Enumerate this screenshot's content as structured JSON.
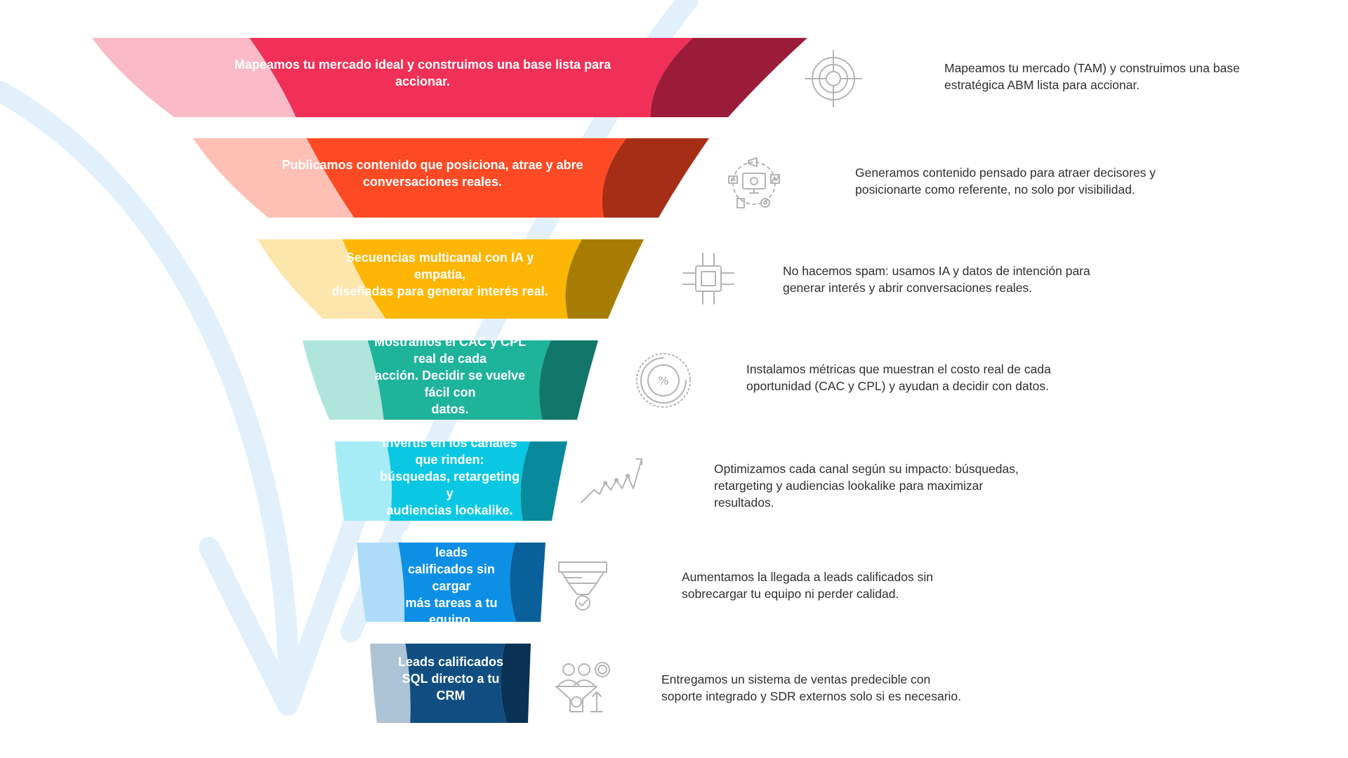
{
  "colors": {
    "background": "#ffffff",
    "arrow": "#e2f0fc",
    "icon_stroke": "#b4b4b4",
    "description_text": "#2f2f2f"
  },
  "steps": [
    {
      "label": "Mapeamos tu mercado ideal y construimos una base lista para\naccionar.",
      "description": "Mapeamos tu mercado (TAM) y construimos una base\nestratégica ABM lista para accionar.",
      "icon": "target-crosshair-icon",
      "main_color": "#f03057",
      "light_color": "#fbbac8",
      "dark_color": "#9b1c38"
    },
    {
      "label": "Publicamos contenido que posiciona, atrae y abre\nconversaciones reales.",
      "description": "Generamos contenido pensado para atraer decisores y\nposicionarte como referente, no solo por visibilidad.",
      "icon": "content-marketing-icon",
      "main_color": "#fd4a24",
      "light_color": "#fec0b4",
      "dark_color": "#a72e16"
    },
    {
      "label": "Secuencias multicanal con IA y empatía,\ndiseñadas para generar interés real.",
      "description": "No hacemos spam: usamos IA y datos de intención para\ngenerar interés y abrir conversaciones reales.",
      "icon": "ai-chip-icon",
      "main_color": "#fdb603",
      "light_color": "#fde6ac",
      "dark_color": "#a67d02"
    },
    {
      "label": "Mostramos el CAC y CPL real de cada\nacción. Decidir se vuelve fácil con\ndatos.",
      "description": "Instalamos métricas que muestran el costo real de cada\noportunidad (CAC y CPL) y ayudan a decidir con datos.",
      "icon": "percent-gauge-icon",
      "main_color": "#1eb39b",
      "light_color": "#b0e5dc",
      "dark_color": "#12776a"
    },
    {
      "label": "Invertís en los canales que rinden:\nbúsquedas, retargeting y\naudiencias lookalike.",
      "description": "Optimizamos cada canal según su impacto: búsquedas,\nretargeting y audiencias lookalike para maximizar\nresultados.",
      "icon": "growth-chart-icon",
      "main_color": "#0ac8e3",
      "light_color": "#a6ecf6",
      "dark_color": "#088a9c"
    },
    {
      "label": "Aumentamos los leads\ncalificados sin cargar\nmás tareas a tu equipo.",
      "description": "Aumentamos la llegada a leads calificados sin\nsobrecargar tu equipo ni perder calidad.",
      "icon": "funnel-filter-icon",
      "main_color": "#0d8fe6",
      "light_color": "#addcf9",
      "dark_color": "#0a609b"
    },
    {
      "label": "Leads calificados\nSQL directo a tu\nCRM",
      "description": "Entregamos un sistema de ventas predecible con\nsoporte integrado y SDR externos solo si es necesario.",
      "icon": "sales-crm-icon",
      "main_color": "#104e82",
      "light_color": "#adc3d6",
      "dark_color": "#0a3254"
    }
  ]
}
